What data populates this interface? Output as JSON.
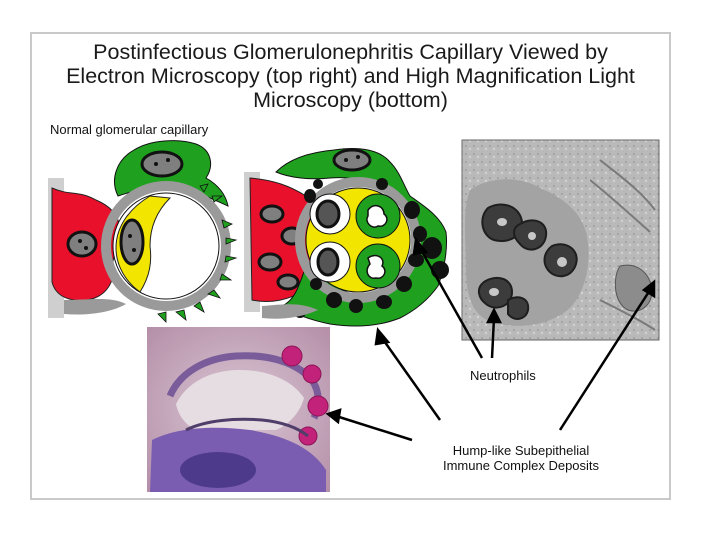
{
  "figure": {
    "title_lines": [
      "Postinfectious Glomerulonephritis Capillary Viewed by",
      "Electron Microscopy (top right) and High Magnification Light",
      "Microscopy (bottom)"
    ],
    "labels": {
      "normal": "Normal glomerular capillary",
      "neutrophils": "Neutrophils",
      "hump_line1": "Hump-like Subepithelial",
      "hump_line2": "Immune Complex Deposits"
    },
    "colors": {
      "podocyte": "#1fa01f",
      "mesangial": "#e8102a",
      "endothelial": "#f2e600",
      "basement_membrane": "#9a9a9a",
      "nucleus": "#7f7f7f",
      "deposit": "#111111"
    }
  }
}
